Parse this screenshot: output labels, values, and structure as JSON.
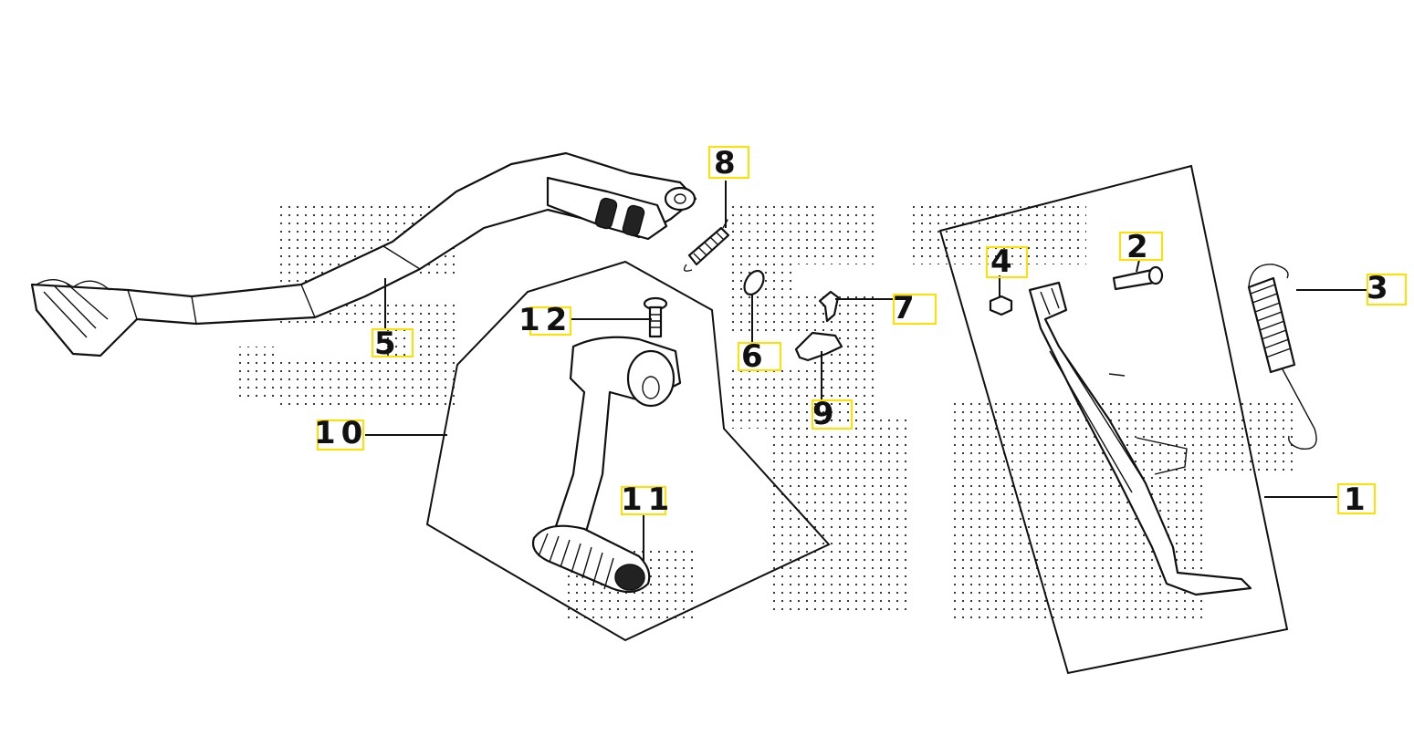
{
  "callouts": [
    {
      "id": "1",
      "label": "1"
    },
    {
      "id": "2",
      "label": "2"
    },
    {
      "id": "3",
      "label": "3"
    },
    {
      "id": "4",
      "label": "4"
    },
    {
      "id": "5",
      "label": "5"
    },
    {
      "id": "6",
      "label": "6"
    },
    {
      "id": "7",
      "label": "7"
    },
    {
      "id": "8",
      "label": "8"
    },
    {
      "id": "9",
      "label": "9"
    },
    {
      "id": "10",
      "label": "10"
    },
    {
      "id": "11",
      "label": "11"
    },
    {
      "id": "12",
      "label": "12"
    }
  ],
  "colors": {
    "ink": "#111111",
    "highlight": "#ffe100",
    "watermark_dots": "#000000",
    "background": "#ffffff"
  }
}
